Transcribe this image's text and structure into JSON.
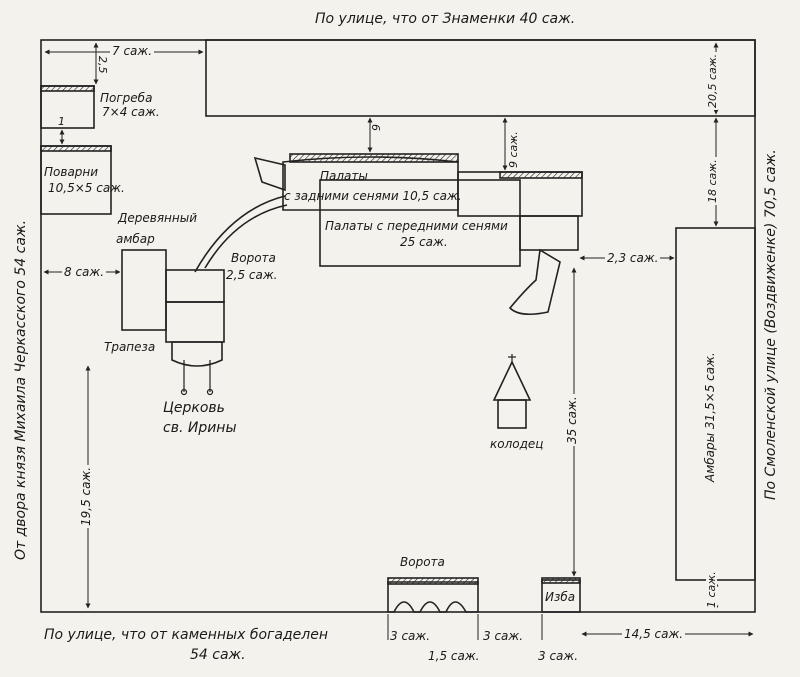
{
  "edges": {
    "top": "По улице, что от Знаменки 40 саж.",
    "bottom_line1": "По улице, что от каменных богаделен",
    "bottom_line2": "54 саж.",
    "left": "От двора князя Михаила Черкасского 54 саж.",
    "right": "По Смоленской улице (Воздвиженке) 70,5 саж."
  },
  "labels": {
    "pogreba_title": "Погреба",
    "pogreba_size": "7×4 саж.",
    "povarni_title": "Поварни",
    "povarni_size": "10,5×5 саж.",
    "derevyanny_1": "Деревянный",
    "derevyanny_2": "амбар",
    "palaty_1": "Палаты",
    "palaty_zadni": "с задними сенями 10,5 саж.",
    "palaty_peredni": "Палаты с передними сенями",
    "palaty_peredni_size": "25 саж.",
    "vorota_1": "Ворота",
    "vorota_1_size": "2,5 саж.",
    "trapeza": "Трапеза",
    "tserkov_1": "Церковь",
    "tserkov_2": "св. Ирины",
    "kolodets": "колодец",
    "ambary": "Амбары 31,5×5 саж.",
    "vorota_2": "Ворота",
    "izba": "Изба"
  },
  "dims": {
    "d_7": "7 саж.",
    "d_2_5": "2,5",
    "d_1": "1",
    "d_6": "6",
    "d_9": "9 саж.",
    "d_20_5": "20,5 саж.",
    "d_18": "18 саж.",
    "d_8": "8 саж.",
    "d_2_3": "2,3 саж.",
    "d_35": "35 саж.",
    "d_19_5": "19,5 саж.",
    "d_3a": "3 саж.",
    "d_3b": "3 саж.",
    "d_1_5": "1,5 саж.",
    "d_3c": "3 саж.",
    "d_14_5": "14,5 саж.",
    "d_1_right": "1 саж."
  }
}
